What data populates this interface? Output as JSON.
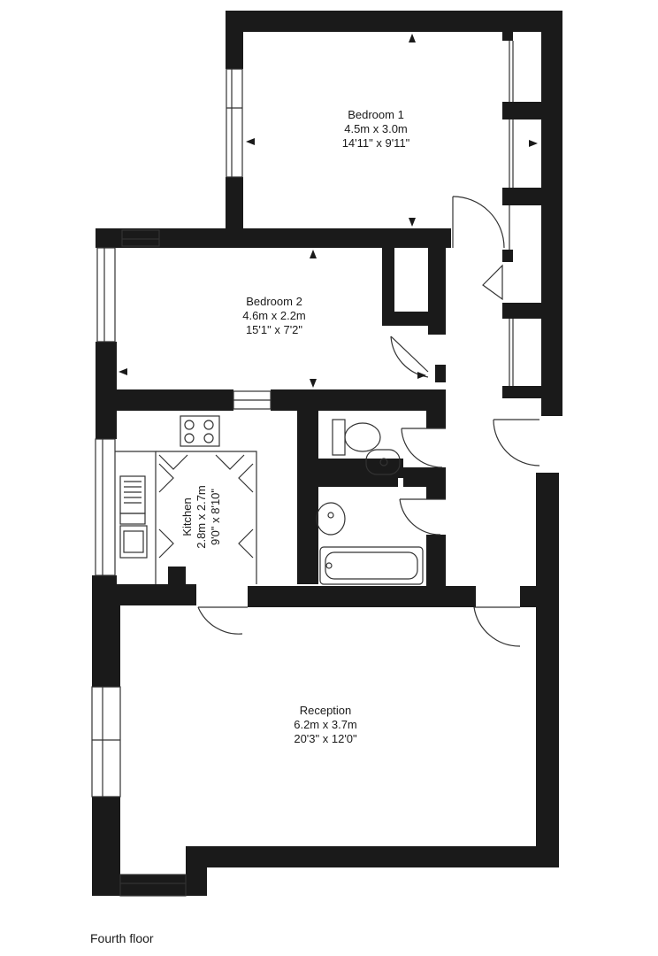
{
  "floor_label": "Fourth floor",
  "rooms": {
    "bedroom1": {
      "name": "Bedroom 1",
      "metric": "4.5m x 3.0m",
      "imperial": "14'11\" x 9'11\""
    },
    "bedroom2": {
      "name": "Bedroom 2",
      "metric": "4.6m x 2.2m",
      "imperial": "15'1\" x 7'2\""
    },
    "kitchen": {
      "name": "Kitchen",
      "metric": "2.8m x 2.7m",
      "imperial": "9'0\" x 8'10\""
    },
    "reception": {
      "name": "Reception",
      "metric": "6.2m x 3.7m",
      "imperial": "20'3\" x 12'0\""
    }
  },
  "colors": {
    "wall": "#1a1a1a",
    "fixture_line": "#333333",
    "background": "#ffffff"
  }
}
